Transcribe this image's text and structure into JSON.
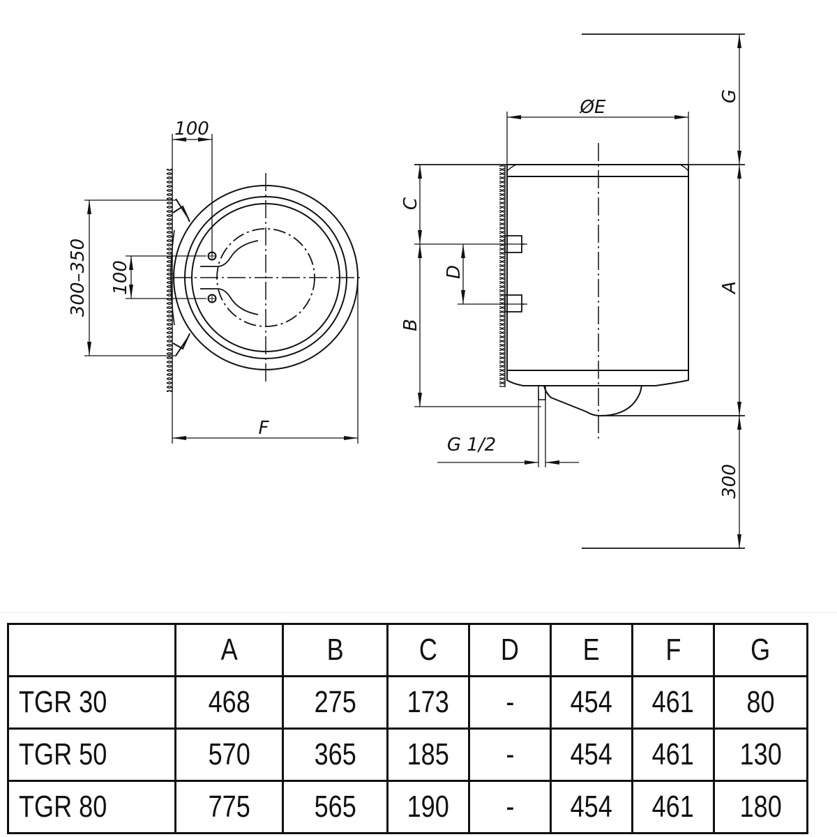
{
  "drawing": {
    "front_view": {
      "dim_bracket_offset": "100",
      "dim_pipe_spacing": "100",
      "dim_bracket_spacing": "300–350",
      "dim_depth": "F"
    },
    "side_view": {
      "dim_diameter": "ØE",
      "dim_top_clearance": "G",
      "dim_height": "A",
      "dim_top_to_pipe": "C",
      "dim_pipe_spacing": "D",
      "dim_bottom_to_pipe": "B",
      "dim_thread": "G 1/2",
      "dim_bottom_clearance": "300"
    }
  },
  "table": {
    "headers": [
      "",
      "A",
      "B",
      "C",
      "D",
      "E",
      "F",
      "G"
    ],
    "rows": [
      [
        "TGR 30",
        "468",
        "275",
        "173",
        "-",
        "454",
        "461",
        "80"
      ],
      [
        "TGR 50",
        "570",
        "365",
        "185",
        "-",
        "454",
        "461",
        "130"
      ],
      [
        "TGR 80",
        "775",
        "565",
        "190",
        "-",
        "454",
        "461",
        "180"
      ]
    ]
  }
}
